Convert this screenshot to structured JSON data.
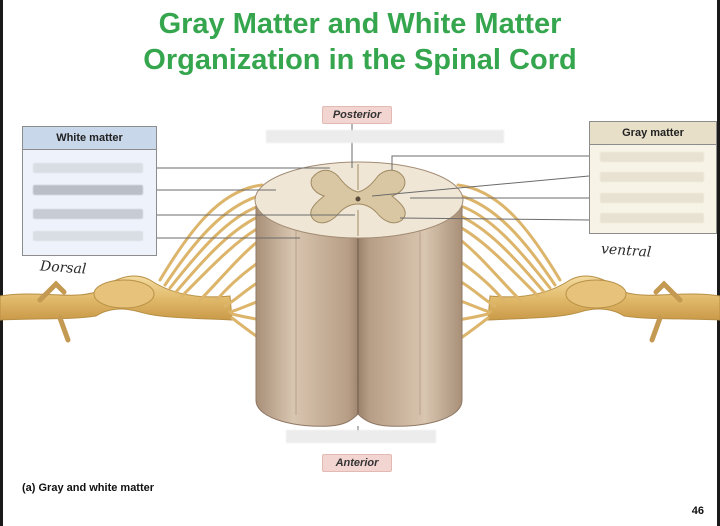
{
  "title": {
    "line1": "Gray Matter and White Matter",
    "line2": "Organization in the Spinal Cord"
  },
  "labels": {
    "posterior": "Posterior",
    "anterior": "Anterior"
  },
  "white_matter_key": {
    "heading": "White matter"
  },
  "gray_matter_key": {
    "heading": "Gray matter"
  },
  "handwriting": {
    "left": "Dorsal",
    "right": "ventral"
  },
  "caption": "(a) Gray and white matter",
  "page_number": "46",
  "colors": {
    "title_green": "#35a64e",
    "nerve": "#e8c57a",
    "cord": "#c7b19a",
    "gray_matter": "#d8c7a2"
  }
}
